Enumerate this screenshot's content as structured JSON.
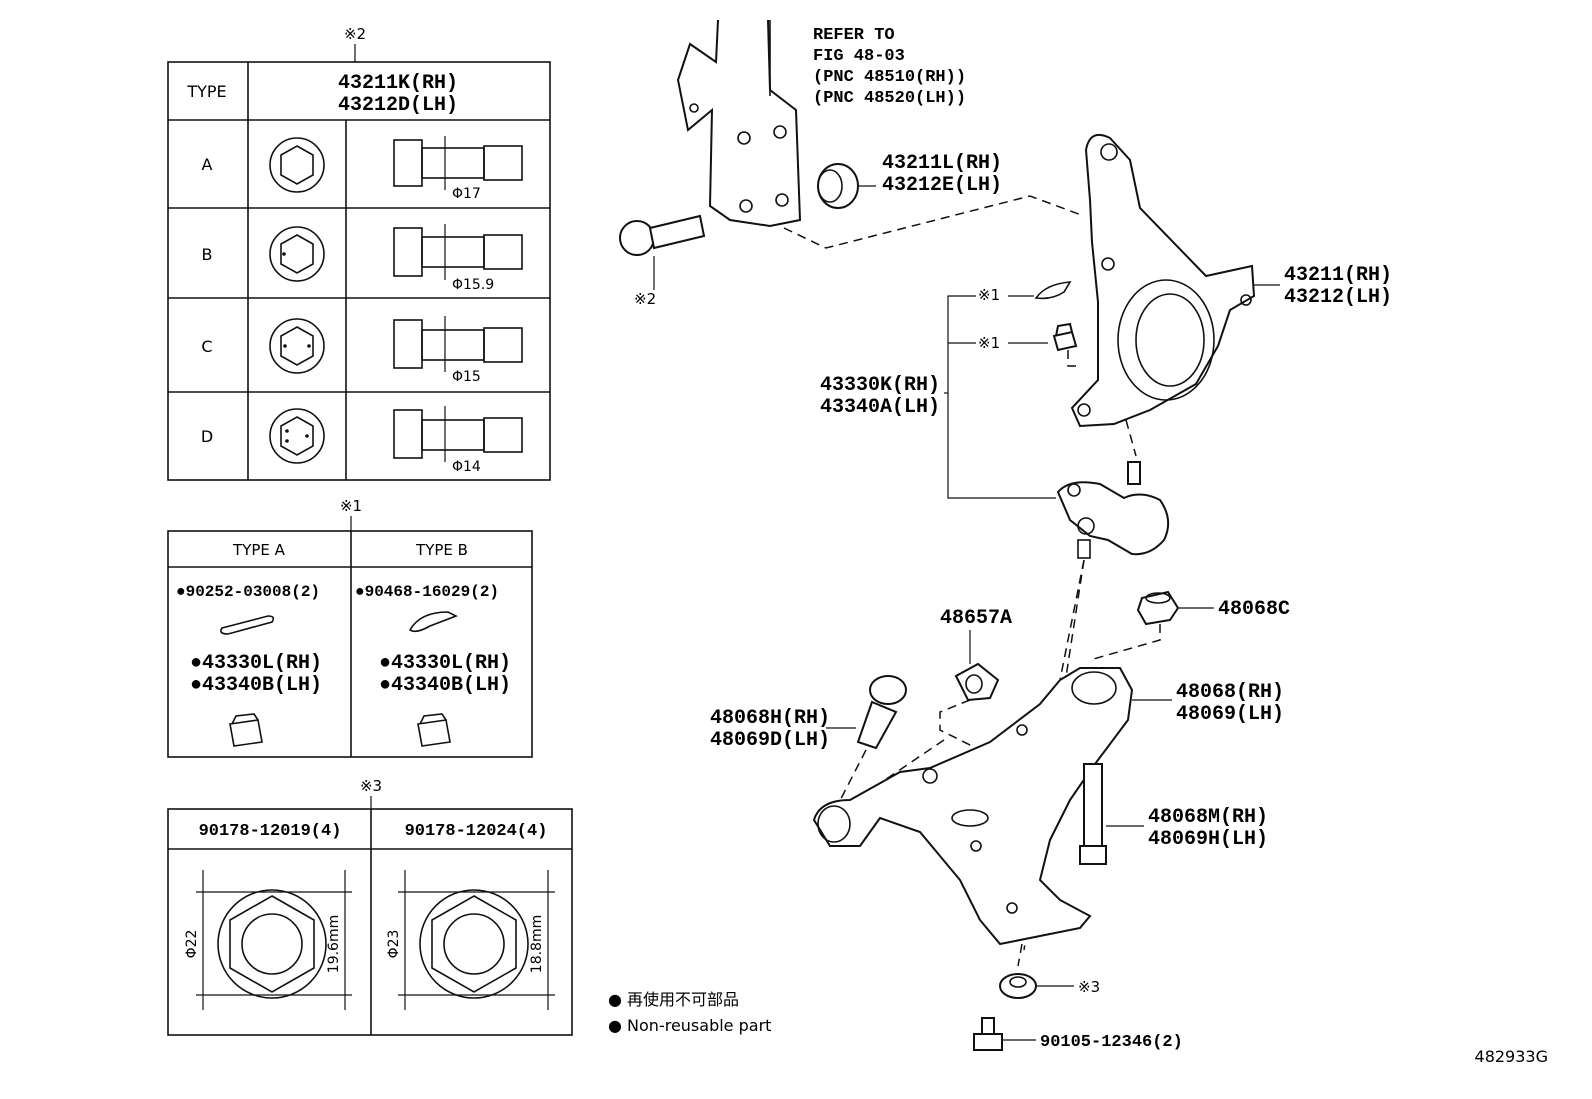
{
  "bolt_table": {
    "note_mark": "※2",
    "type_header": "TYPE",
    "part_rh": "43211K(RH)",
    "part_lh": "43212D(LH)",
    "rows": [
      {
        "type": "A",
        "dia": "Φ17"
      },
      {
        "type": "B",
        "dia": "Φ15.9"
      },
      {
        "type": "C",
        "dia": "Φ15"
      },
      {
        "type": "D",
        "dia": "Φ14"
      }
    ]
  },
  "pin_table": {
    "note_mark": "※1",
    "columns": [
      {
        "header": "TYPE A",
        "pin": "●90252-03008(2)",
        "nut_rh": "●43330L(RH)",
        "nut_lh": "●43340B(LH)"
      },
      {
        "header": "TYPE B",
        "pin": "●90468-16029(2)",
        "nut_rh": "●43330L(RH)",
        "nut_lh": "●43340B(LH)"
      }
    ]
  },
  "nut_table": {
    "note_mark": "※3",
    "columns": [
      {
        "header": "90178-12019(4)",
        "dia": "Φ22",
        "height": "19.6mm"
      },
      {
        "header": "90178-12024(4)",
        "dia": "Φ23",
        "height": "18.8mm"
      }
    ]
  },
  "legend": {
    "jp": "● 再使用不可部品",
    "en": "● Non-reusable part"
  },
  "callouts": {
    "refer_1": "REFER TO",
    "refer_2": "FIG 48-03",
    "refer_3": "(PNC 48510(RH))",
    "refer_4": "(PNC 48520(LH))",
    "bushing_rh": "43211L(RH)",
    "bushing_lh": "43212E(LH)",
    "bolt_mark": "※2",
    "knuckle_rh": "43211(RH)",
    "knuckle_lh": "43212(LH)",
    "pin_mark": "※1",
    "nut_mark": "※1",
    "balljoint_rh": "43330K(RH)",
    "balljoint_lh": "43340A(LH)",
    "nut48068c": "48068C",
    "clip": "48657A",
    "bolt_front_rh": "48068H(RH)",
    "bolt_front_lh": "48069D(LH)",
    "arm_rh": "48068(RH)",
    "arm_lh": "48069(LH)",
    "bolt_rear_rh": "48068M(RH)",
    "bolt_rear_lh": "48069H(LH)",
    "nut_mark3": "※3",
    "bolt_bottom": "90105-12346(2)",
    "fig_no": "482933G"
  }
}
